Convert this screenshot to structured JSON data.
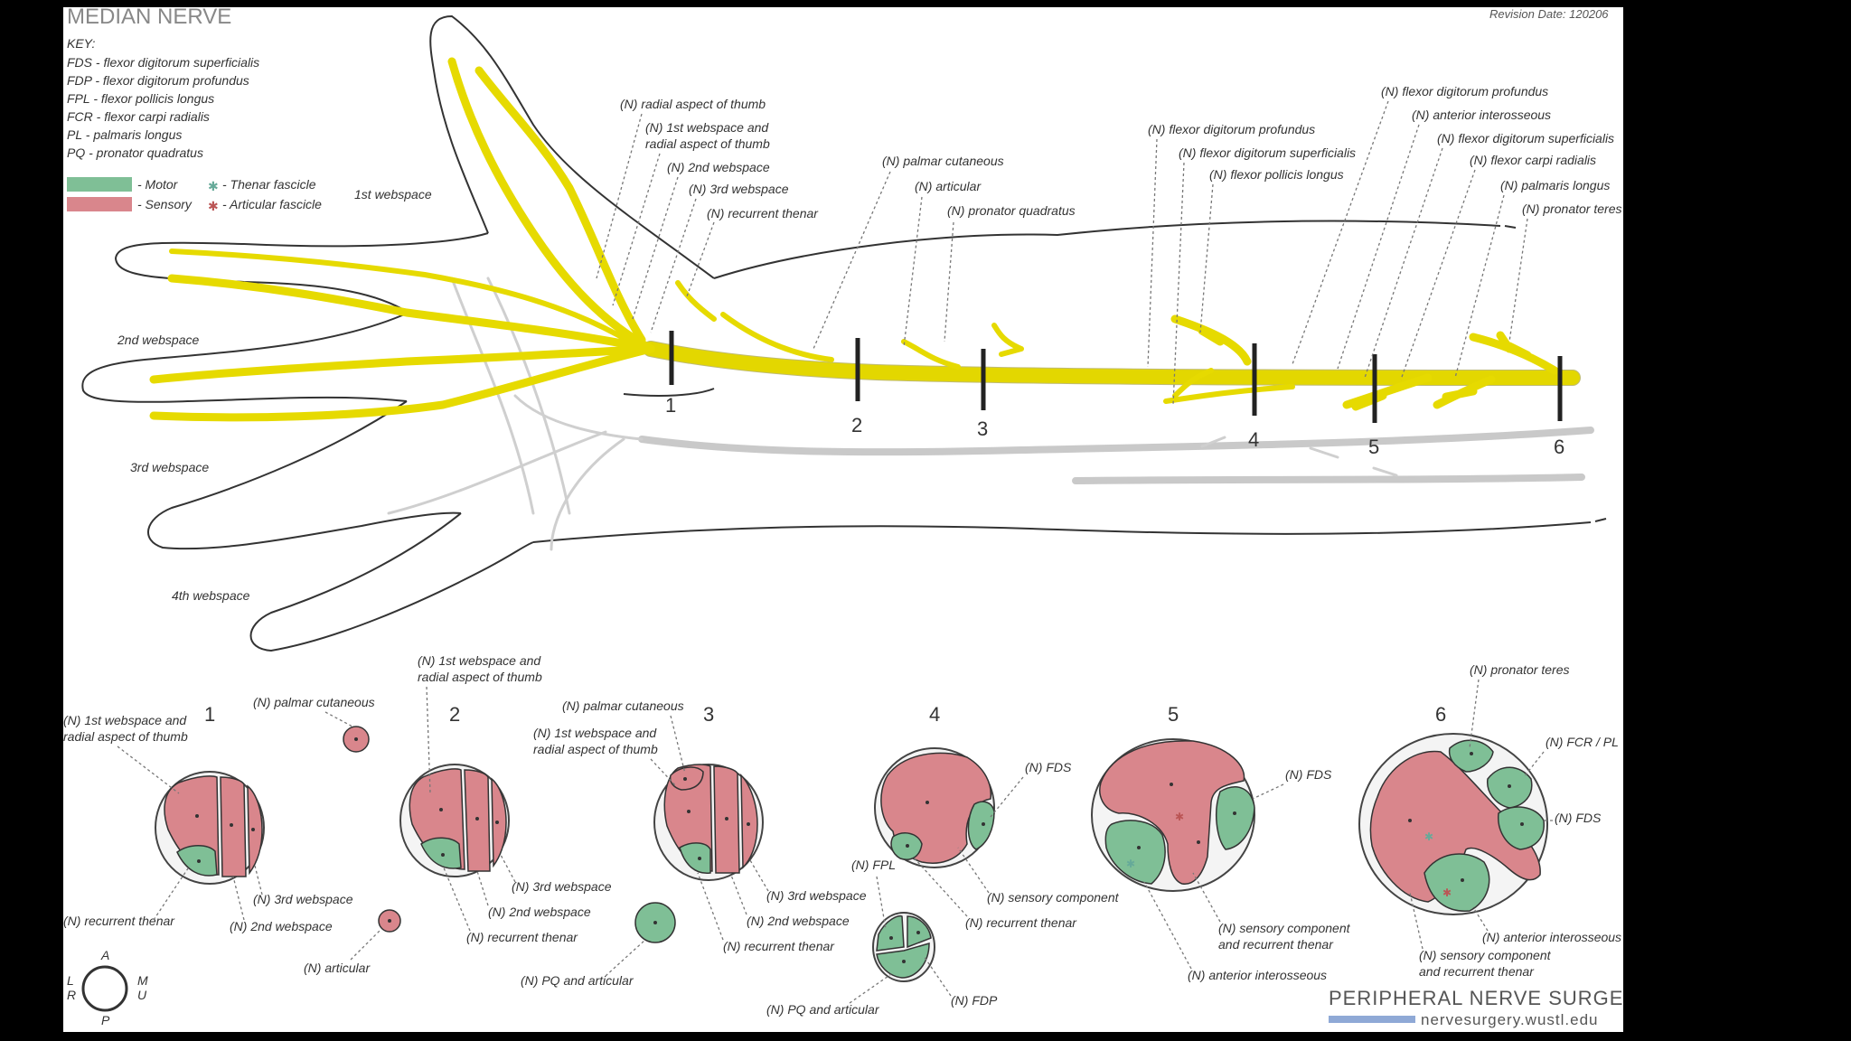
{
  "header": {
    "title": "MEDIAN NERVE",
    "revision": "Revision Date: 120206"
  },
  "key": {
    "heading": "KEY:",
    "entries": [
      "FDS - flexor digitorum superficialis",
      "FDP - flexor digitorum profundus",
      "FPL - flexor pollicis longus",
      "FCR - flexor carpi radialis",
      "PL - palmaris longus",
      "PQ - pronator quadratus"
    ],
    "motor_label": "- Motor",
    "sensory_label": "- Sensory",
    "thenar_label": "- Thenar fascicle",
    "articular_label": "- Articular fascicle",
    "motor_color": "#7fbf96",
    "sensory_color": "#d9868c",
    "nerve_color": "#e6da00"
  },
  "webspaces": [
    "1st webspace",
    "2nd webspace",
    "3rd webspace",
    "4th webspace"
  ],
  "branch_labels": {
    "radial_thumb": "(N) radial aspect of thumb",
    "first_web_a": "(N) 1st webspace and",
    "first_web_b": "radial aspect of thumb",
    "second_web": "(N) 2nd webspace",
    "third_web": "(N) 3rd webspace",
    "recurrent_thenar": "(N) recurrent thenar",
    "palmar_cutaneous": "(N) palmar cutaneous",
    "articular": "(N) articular",
    "pronator_quadratus": "(N) pronator quadratus",
    "fdp_mid": "(N) flexor digitorum profundus",
    "fds_mid": "(N) flexor digitorum superficialis",
    "fpl": "(N) flexor pollicis longus",
    "fdp_prox": "(N) flexor digitorum profundus",
    "anterior_interosseous": "(N) anterior interosseous",
    "fds_prox": "(N) flexor digitorum superficialis",
    "fcr": "(N) flexor carpi radialis",
    "palmaris_longus": "(N) palmaris longus",
    "pronator_teres": "(N) pronator teres"
  },
  "levels": [
    "1",
    "2",
    "3",
    "4",
    "5",
    "6"
  ],
  "sections": {
    "s1": {
      "first_web_a": "(N) 1st webspace and",
      "first_web_b": "radial aspect of thumb",
      "palmar_cutaneous": "(N) palmar cutaneous",
      "recurrent_thenar": "(N) recurrent thenar",
      "second_web": "(N) 2nd webspace",
      "third_web": "(N) 3rd webspace",
      "articular": "(N) articular"
    },
    "s2": {
      "first_web_a": "(N) 1st webspace and",
      "first_web_b": "radial aspect of thumb",
      "third_web": "(N) 3rd webspace",
      "second_web": "(N) 2nd webspace",
      "recurrent_thenar": "(N) recurrent thenar",
      "pq_articular": "(N) PQ and articular"
    },
    "s3": {
      "palmar_cutaneous": "(N) palmar cutaneous",
      "first_web_a": "(N) 1st webspace and",
      "first_web_b": "radial aspect of thumb",
      "third_web": "(N) 3rd webspace",
      "second_web": "(N) 2nd webspace",
      "recurrent_thenar": "(N) recurrent thenar"
    },
    "s4": {
      "fds": "(N) FDS",
      "fpl": "(N) FPL",
      "sensory": "(N) sensory component",
      "recurrent_thenar": "(N) recurrent thenar",
      "pq_articular": "(N) PQ and articular",
      "fdp": "(N) FDP"
    },
    "s5": {
      "fds": "(N) FDS",
      "sens_a": "(N) sensory component",
      "sens_b": "and recurrent thenar",
      "anterior_interosseous": "(N) anterior interosseous"
    },
    "s6": {
      "pronator_teres": "(N) pronator teres",
      "fcr_pl": "(N) FCR / PL",
      "fds": "(N) FDS",
      "anterior_interosseous": "(N) anterior interosseous",
      "sens_a": "(N) sensory component",
      "sens_b": "and recurrent thenar"
    }
  },
  "orientation": {
    "a": "A",
    "p": "P",
    "l": "L",
    "r": "R",
    "m": "M",
    "u": "U"
  },
  "footer": {
    "brand": "PERIPHERAL NERVE SURGERY",
    "url": "nervesurgery.wustl.edu"
  }
}
